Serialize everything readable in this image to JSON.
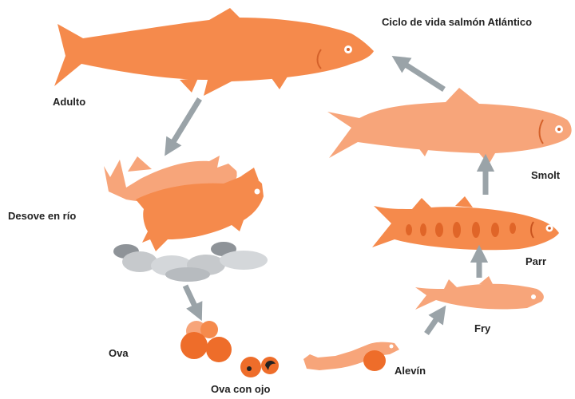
{
  "diagram": {
    "title": "Ciclo de vida salmón Atlántico",
    "stages": {
      "adulto": "Adulto",
      "desove": "Desove en río",
      "ova": "Ova",
      "ova_con_ojo": "Ova con ojo",
      "alevin": "Alevín",
      "fry": "Fry",
      "parr": "Parr",
      "smolt": "Smolt"
    }
  },
  "colors": {
    "salmon": "#f58a4c",
    "salmon_light": "#f7a57a",
    "egg": "#ee6d2a",
    "arrow": "#9aa3a8",
    "stone": "#c6c9cc",
    "stone_dark": "#8e9398",
    "text": "#222222"
  },
  "icons": [
    "adult-salmon-icon",
    "spawning-salmon-icon",
    "egg-icon",
    "eyed-egg-icon",
    "alevin-icon",
    "fry-icon",
    "parr-icon",
    "smolt-icon",
    "cycle-arrow-icon"
  ]
}
